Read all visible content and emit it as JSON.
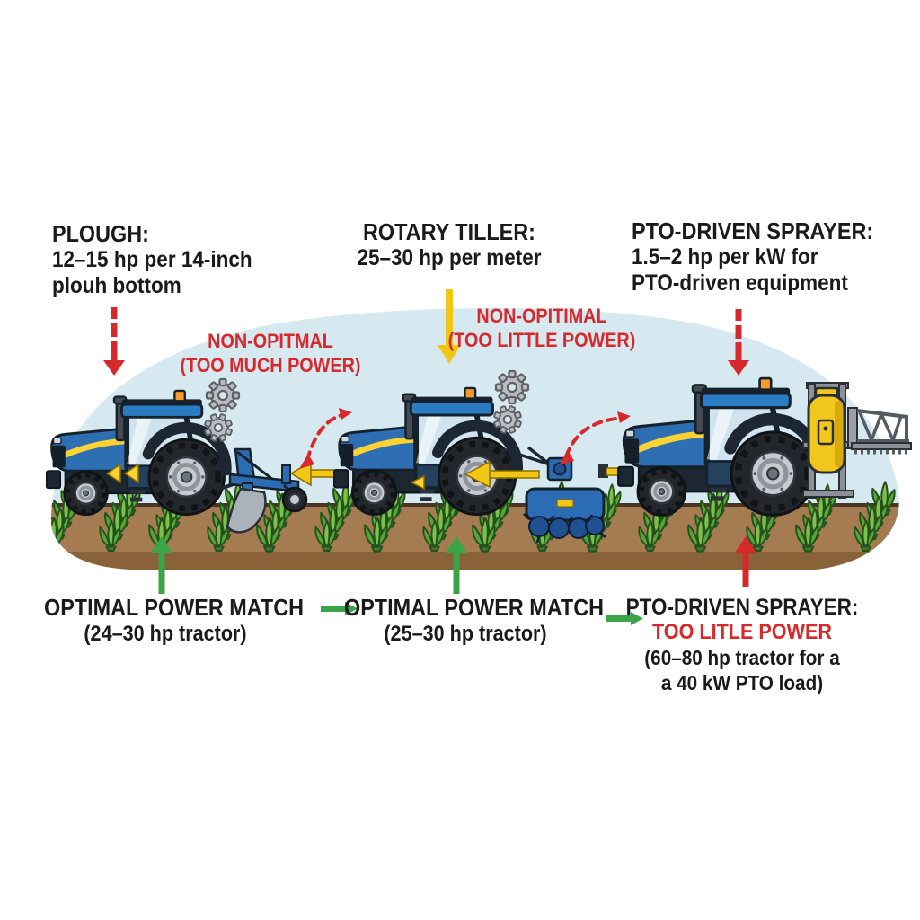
{
  "colors": {
    "sky_dome": "#d7e9f0",
    "soil": "#a57b52",
    "soil_dark": "#8a6239",
    "crop_green": "#7cc24a",
    "crop_green_dark": "#4e9a34",
    "tractor_blue": "#2e6fb4",
    "implement_blue": "#2b6cb5",
    "tank_yellow": "#f2c71d",
    "arrow_red": "#d7282b",
    "arrow_green": "#3aa546",
    "arrow_yellow": "#f2c713",
    "text_black": "#1a1a1a"
  },
  "top_labels": {
    "plough": {
      "heading": "PLOUGH:",
      "line2": "12–15 hp per 14-inch",
      "line3": "plouh bottom"
    },
    "rotary_tiller": {
      "heading": "ROTARY TILLER:",
      "line2": "25–30 hp per meter"
    },
    "pto_sprayer": {
      "heading": "PTO-DRIVEN SPRAYER:",
      "line2": "1.5–2 hp per kW for",
      "line3": "PTO-driven equipment"
    }
  },
  "callouts": {
    "too_much_power": {
      "line1": "NON-OPITMAL",
      "line2": "(TOO MUCH POWER)"
    },
    "too_little_power": {
      "line1": "NON-OPITIMAL",
      "line2": "(TOO LITTLE POWER)"
    }
  },
  "bottom_labels": {
    "left": {
      "line1": "OPTIMAL POWER MATCH",
      "line2": "(24–30 hp tractor)"
    },
    "center": {
      "line1": "OPTIMAL POWER MATCH",
      "line2": "(25–30 hp tractor)"
    },
    "right": {
      "heading": "PTO-DRIVEN SPRAYER:",
      "warning": "TOO LITLE POWER",
      "line3": "(60–80 hp tractor for a",
      "line4": "a 40 kW PTO load)"
    }
  },
  "illustration": {
    "scene": "Three blue tractors with implements (plough, rotary tiller, PTO-driven sprayer) on a brown crop field inside a light-blue dome",
    "icons": {
      "tractor-icon": "blue cartoon tractor side view facing left",
      "plough-icon": "blue frame plough with grey moldboard and depth wheel",
      "rotary-tiller-icon": "blue rotary tiller with tine wheels",
      "sprayer-icon": "yellow tank sprayer with grey truss boom",
      "gear-icon": "grey cogwheel pair",
      "red-dashed-down-arrow-icon": "red dashed vertical arrow pointing down",
      "yellow-down-arrow-icon": "yellow vertical arrow pointing down",
      "red-dashed-curve-arrow-icon": "red dashed double-headed arc",
      "yellow-pto-shaft-arrow-icon": "yellow shaft with left arrowhead",
      "green-up-arrow-icon": "green vertical arrow pointing up",
      "red-up-arrow-icon": "red vertical arrow pointing up",
      "green-right-arrow-icon": "green horizontal arrow pointing right",
      "crop-plant-icon": "small green crop tuft"
    }
  }
}
